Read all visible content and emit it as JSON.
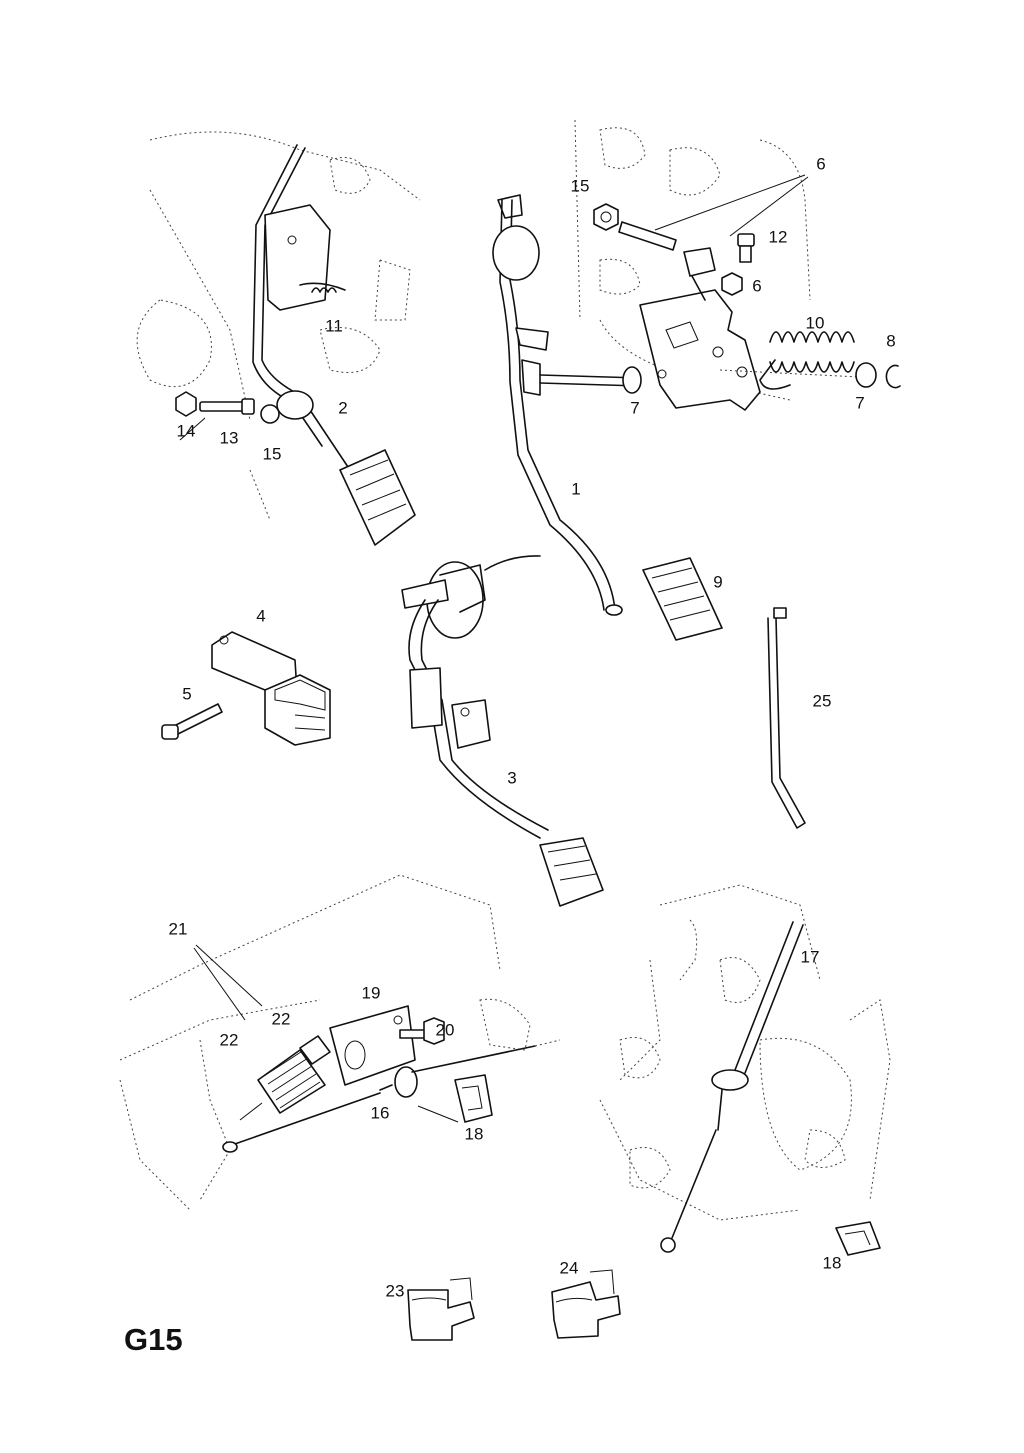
{
  "sheet": {
    "code": "G15"
  },
  "callouts": [
    {
      "id": "c1",
      "text": "1"
    },
    {
      "id": "c2",
      "text": "2"
    },
    {
      "id": "c3",
      "text": "3"
    },
    {
      "id": "c4",
      "text": "4"
    },
    {
      "id": "c5",
      "text": "5"
    },
    {
      "id": "c6a",
      "text": "6"
    },
    {
      "id": "c6b",
      "text": "6"
    },
    {
      "id": "c7a",
      "text": "7"
    },
    {
      "id": "c7b",
      "text": "7"
    },
    {
      "id": "c8",
      "text": "8"
    },
    {
      "id": "c9",
      "text": "9"
    },
    {
      "id": "c10",
      "text": "10"
    },
    {
      "id": "c11",
      "text": "11"
    },
    {
      "id": "c12",
      "text": "12"
    },
    {
      "id": "c13",
      "text": "13"
    },
    {
      "id": "c14",
      "text": "14"
    },
    {
      "id": "c15a",
      "text": "15"
    },
    {
      "id": "c15b",
      "text": "15"
    },
    {
      "id": "c16",
      "text": "16"
    },
    {
      "id": "c17",
      "text": "17"
    },
    {
      "id": "c18a",
      "text": "18"
    },
    {
      "id": "c18b",
      "text": "18"
    },
    {
      "id": "c19",
      "text": "19"
    },
    {
      "id": "c20",
      "text": "20"
    },
    {
      "id": "c21",
      "text": "21"
    },
    {
      "id": "c22a",
      "text": "22"
    },
    {
      "id": "c22b",
      "text": "22"
    },
    {
      "id": "c23",
      "text": "23"
    },
    {
      "id": "c24",
      "text": "24"
    },
    {
      "id": "c25",
      "text": "25"
    }
  ],
  "colors": {
    "ink": "#111111",
    "background": "#ffffff"
  }
}
